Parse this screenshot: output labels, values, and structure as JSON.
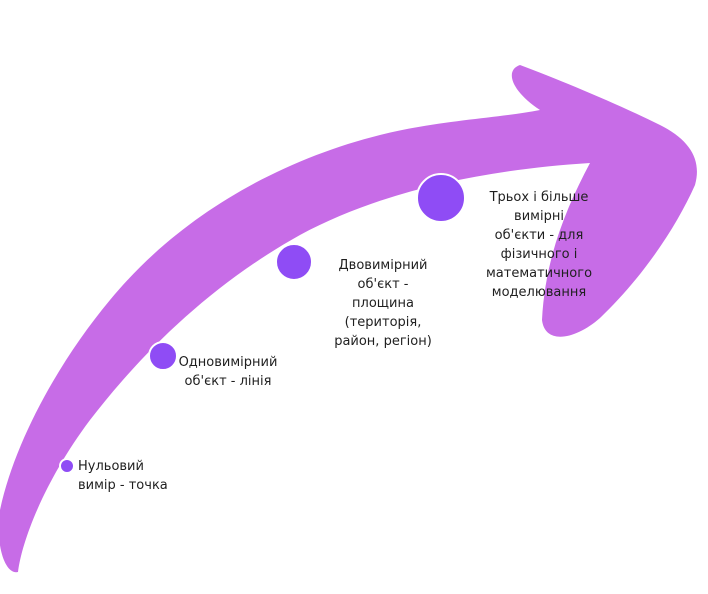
{
  "colors": {
    "arrow": "#c76ce7",
    "node_fill": "#8f4cf5",
    "node_stroke": "#ffffff",
    "text": "#1f1f1f",
    "background": "#ffffff"
  },
  "stages": [
    {
      "label": "Нульовий\nвимір - точка"
    },
    {
      "label": "Одновимірний\nоб'єкт - лінія"
    },
    {
      "label": "Двовимірний об'єкт -\nплощина (територія,\nрайон, регіон)"
    },
    {
      "label": "Трьох і більше вимірні\nоб'єкти - для\nфізичного і\nматематичного\nмоделювання"
    }
  ]
}
